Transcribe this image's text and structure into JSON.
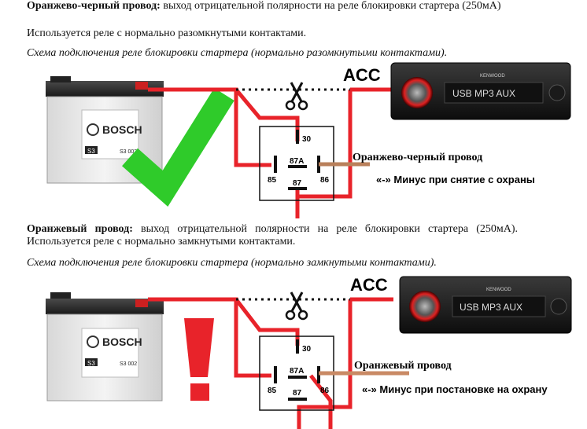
{
  "section1": {
    "heading": "Оранжево-черный провод:",
    "text": " выход отрицательной полярности на реле блокировки стартера (250мА)",
    "note": "Используется реле с нормально разомкнутыми контактами.",
    "caption": "Схема подключения реле блокировки стартера (нормально разомкнутыми контактами).",
    "acc": "ACC",
    "wire_label": "Оранжево-черный  провод",
    "minus_label": "«-» Минус при снятие с охраны",
    "relay": {
      "p30": "30",
      "p87a": "87A",
      "p85": "85",
      "p87": "87",
      "p86": "86"
    },
    "battery": {
      "brand": "BOSCH",
      "model": "S3",
      "code": "S3 002"
    },
    "radio": {
      "display": "USB MP3 AUX",
      "brand": "KENWOOD"
    },
    "status_icon": "checkmark-icon"
  },
  "section2": {
    "heading": "Оранжевый провод:",
    "text": " выход отрицательной полярности на реле блокировки стартера (250мА). Используется реле с нормально замкнутыми контактами.",
    "caption": "Схема подключения реле блокировки стартера (нормально замкнутыми контактами).",
    "acc": "ACC",
    "wire_label": "Оранжевый  провод",
    "minus_label": "«-» Минус при постановке на охрану",
    "relay": {
      "p30": "30",
      "p87a": "87A",
      "p85": "85",
      "p87": "87",
      "p86": "86"
    },
    "battery": {
      "brand": "BOSCH",
      "model": "S3",
      "code": "S3 002"
    },
    "radio": {
      "display": "USB MP3 AUX",
      "brand": "KENWOOD"
    },
    "status_icon": "exclamation-icon"
  },
  "colors": {
    "wire": "#e8232a",
    "check": "#2fcb2a",
    "orange_wire": "#c98a65",
    "black": "#111111"
  }
}
